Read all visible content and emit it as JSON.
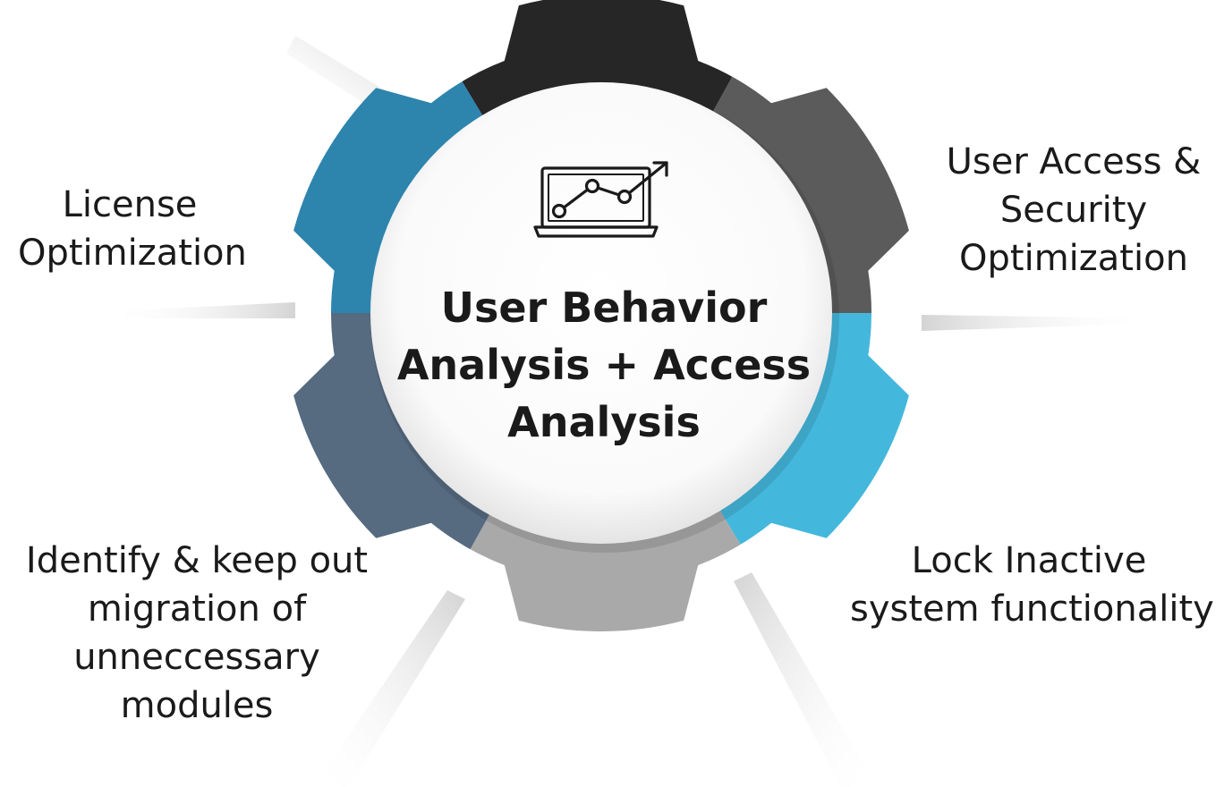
{
  "center": {
    "title_lines": [
      "User Behavior",
      "Analysis + Access",
      "Analysis"
    ],
    "icon": "laptop-analytics-icon"
  },
  "segments": [
    {
      "name": "top",
      "color": "#262626",
      "label_lines": []
    },
    {
      "name": "upper-right",
      "color": "#5b5b5b",
      "label_lines": [
        "User Access &",
        "Security",
        "Optimization"
      ]
    },
    {
      "name": "lower-right",
      "color": "#44b7dc",
      "label_lines": [
        "Lock Inactive",
        "system functionality"
      ]
    },
    {
      "name": "bottom",
      "color": "#a9a9a9",
      "label_lines": []
    },
    {
      "name": "lower-left",
      "color": "#566a80",
      "label_lines": [
        "Identify & keep out",
        "migration of",
        "unneccessary",
        "modules"
      ]
    },
    {
      "name": "upper-left",
      "color": "#2d84ad",
      "label_lines": [
        "License",
        "Optimization"
      ]
    }
  ]
}
